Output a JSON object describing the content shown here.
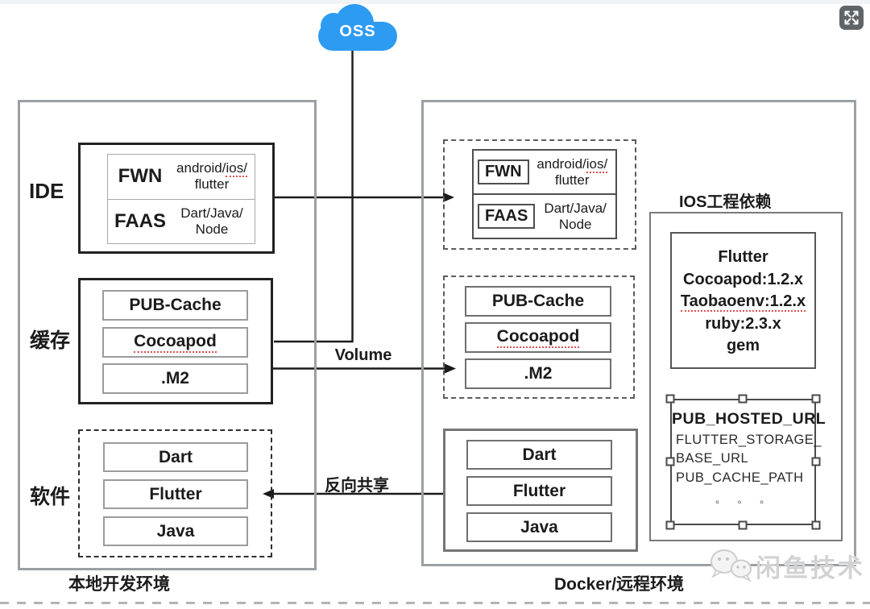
{
  "window": {
    "fullscreen_button": "expand-fullscreen",
    "watermark": "闲鱼技术"
  },
  "cloud": {
    "label": "OSS",
    "color": "#2e9bf2"
  },
  "arrows": {
    "volume_label": "Volume",
    "reverse_label": "反向共享"
  },
  "left_env": {
    "title": "本地开发环境",
    "ide": {
      "label": "IDE",
      "rows": [
        {
          "name": "FWN",
          "line1a": "android/",
          "line1b": "ios/",
          "line2": "flutter"
        },
        {
          "name": "FAAS",
          "line1": "Dart/Java/",
          "line2": "Node"
        }
      ]
    },
    "cache": {
      "label": "缓存",
      "items": [
        "PUB-Cache",
        "Cocoapod",
        ".M2"
      ]
    },
    "software": {
      "label": "软件",
      "items": [
        "Dart",
        "Flutter",
        "Java"
      ]
    }
  },
  "right_env": {
    "title": "Docker/远程环境",
    "ide": {
      "rows": [
        {
          "name": "FWN",
          "line1a": "android/",
          "line1b": "ios/",
          "line2": "flutter"
        },
        {
          "name": "FAAS",
          "line1": "Dart/Java/",
          "line2": "Node"
        }
      ]
    },
    "cache": {
      "items": [
        "PUB-Cache",
        "Cocoapod",
        ".M2"
      ]
    },
    "software": {
      "items": [
        "Dart",
        "Flutter",
        "Java"
      ]
    },
    "ios_deps": {
      "title": "IOS工程依赖",
      "versions": [
        "Flutter",
        "Cocoapod:1.2.x",
        "Taobaoenv:1.2.x",
        "ruby:2.3.x",
        "gem"
      ],
      "env_vars": [
        "PUB_HOSTED_URL",
        "FLUTTER_STORAGE_",
        "BASE_URL",
        "PUB_CACHE_PATH"
      ],
      "ellipsis": "◦ ◦ ◦"
    }
  }
}
